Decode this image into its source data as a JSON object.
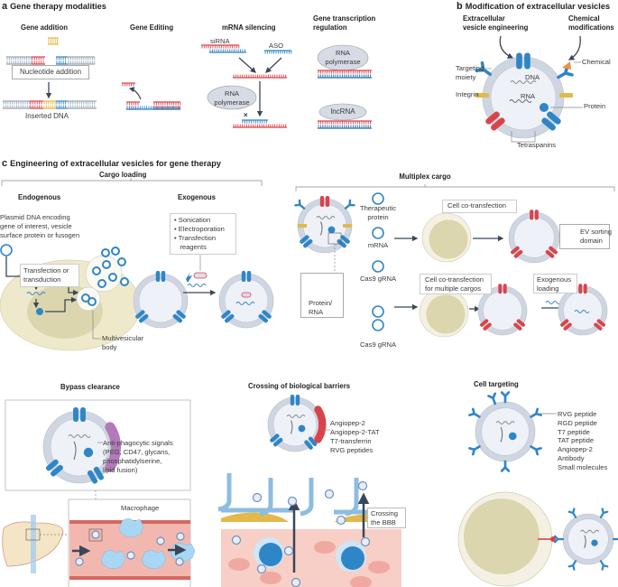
{
  "panel_a": {
    "letter": "a",
    "title": "Gene therapy modalities",
    "gene_addition": {
      "title": "Gene addition",
      "box_label": "Nucleotide addition",
      "result_label": "Inserted DNA"
    },
    "gene_editing": {
      "title": "Gene Editing"
    },
    "mrna_silencing": {
      "title": "mRNA silencing",
      "sirna": "siRNA",
      "aso": "ASO",
      "polymerase_line1": "RNA",
      "polymerase_line2": "polymerase"
    },
    "transcription_regulation": {
      "title_line1": "Gene transcription",
      "title_line2": "regulation",
      "polymerase_line1": "RNA",
      "polymerase_line2": "polymerase",
      "lncrna": "lncRNA"
    }
  },
  "panel_b": {
    "letter": "b",
    "title": "Modification of extracellular vesicles",
    "engineering_line1": "Extracellular",
    "engineering_line2": "vesicle engineering",
    "chemical_line1": "Chemical",
    "chemical_line2": "modifications",
    "labels": {
      "targeting_line1": "Targeting",
      "targeting_line2": "moiety",
      "integrin": "Integrin",
      "dna": "DNA",
      "rna": "RNA",
      "chemical": "Chemical",
      "protein": "Protein",
      "tetraspanins": "Tetraspanins"
    }
  },
  "panel_c": {
    "letter": "c",
    "title": "Engineering of extracellular vesicles for gene therapy",
    "cargo_loading": {
      "title": "Cargo loading",
      "endogenous": "Endogenous",
      "exogenous": "Exogenous",
      "plasmid_lines": [
        "Plasmid DNA encoding",
        "gene of interest, vesicle",
        "surface protein or fusogen"
      ],
      "transfection_line1": "Transfection or",
      "transfection_line2": "transduction",
      "mvb_line1": "Multivesicular",
      "mvb_line2": "body",
      "methods": [
        "• Sonication",
        "• Electroporation",
        "• Transfection",
        "   reagents"
      ]
    },
    "multiplex": {
      "title": "Multiplex cargo",
      "protein_rna_line1": "Protein/",
      "protein_rna_line2": "RNA",
      "therapeutic_line1": "Therapeutic",
      "therapeutic_line2": "protein",
      "mrna": "mRNA",
      "cas9_a": "Cas9 gRNA",
      "cas9_b": "Cas9 gRNA",
      "cotransfection": "Cell co-transfection",
      "ev_sorting_line1": "EV sorting",
      "ev_sorting_line2": "domain",
      "multi_cotransfection_line1": "Cell co-transfection",
      "multi_cotransfection_line2": "for multiple cargos",
      "exo_loading_line1": "Exogenous",
      "exo_loading_line2": "loading"
    },
    "bypass": {
      "title": "Bypass clearance",
      "signals": [
        "Anti-phagocytic signals",
        "(PEG, CD47, glycans,",
        "phosphatidylserine,",
        "lipid fusion)"
      ],
      "macrophage": "Macrophage"
    },
    "barriers": {
      "title": "Crossing of biological barriers",
      "peptides": [
        "Angiopep-2",
        "Angiopep-2-TAT",
        "T7-transferrin",
        "RVG peptides"
      ],
      "bbb_line1": "Crossing",
      "bbb_line2": "the BBB"
    },
    "targeting": {
      "title": "Cell targeting",
      "ligands": [
        "RVG peptide",
        "RGD peptide",
        "T7 peptide",
        "TAT peptide",
        "Angiopep-2",
        "Antibody",
        "Small molecules"
      ]
    }
  },
  "colors": {
    "red": "#d9444b",
    "blue": "#2f86c6",
    "grey": "#9aa6b6",
    "yellow": "#e2b94a",
    "membrane": "#cfd6e2",
    "lumen": "#eef1f7",
    "cell": "#efe9cc",
    "nucleus": "#dcd6ae",
    "vessel": "#f2b8b0",
    "purple": "#b27ab8",
    "orange": "#ee9145",
    "arrow": "#3b4658"
  }
}
